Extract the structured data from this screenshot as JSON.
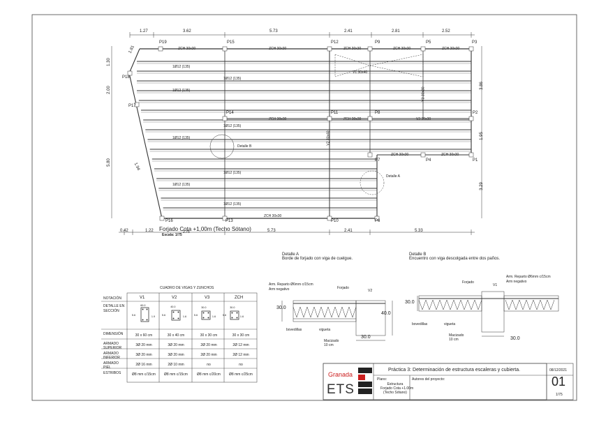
{
  "plan": {
    "title": "Forjado Cota +1,00m (Techo Sótano)",
    "scale": "Escala: 1/75",
    "top_dims": [
      "1.27",
      "3.62",
      "5.73",
      "2.41",
      "2.81",
      "2.52"
    ],
    "bottom_dims": [
      "0.42",
      "1.22",
      "5.73",
      "2.41",
      "5.33"
    ],
    "bottom_small": "2.75",
    "left_dims": [
      "1.30",
      "2.00",
      "5.80"
    ],
    "right_dims": [
      "3.86",
      "1.95",
      "3.29"
    ],
    "diag_dims": [
      "1.81",
      "1.94"
    ],
    "pillars": [
      "P19",
      "P15",
      "P12",
      "P9",
      "P5",
      "P3",
      "P18",
      "P17",
      "P14",
      "P11",
      "P8",
      "P2",
      "P7",
      "P4",
      "P1",
      "P16",
      "P13",
      "P10",
      "P6"
    ],
    "beam_labels": [
      "ZCH 30x30",
      "ZCH 30x30",
      "ZCH 30x30",
      "ZCH 30x30",
      "ZCH 30x30",
      "ZCH 30x30",
      "ZCH 30x30",
      "V1 30x40",
      "V2 30x40",
      "V3 30x30",
      "V3 30x30",
      "ZCH 30x30",
      "ZCH 30x30",
      "ZCH 30x30"
    ],
    "rib_labels": [
      "1Ø12 (135)",
      "1Ø12 (135)",
      "1Ø12 (135)",
      "1Ø12 (135)",
      "1Ø12 (135)",
      "1Ø12 (135)",
      "1Ø12 (135)",
      "1Ø12 (135)"
    ],
    "detail_a_tag": "Detalle A",
    "detail_b_tag": "Detalle B"
  },
  "detail_a": {
    "title": "Detalle A",
    "subtitle": "Borde de forjado con viga de cuelgue.",
    "labels": {
      "repair": "Arm. Reparto Ø6mm c/15cm",
      "neg": "Arm negativo",
      "forjado": "Forjado",
      "v2": "V2",
      "bovedillas": "bovedillas",
      "vigueta": "vigueta",
      "macizado": "Macizado",
      "macizado_dim": "10 cm",
      "h30": "30.0",
      "h40": "40.0",
      "w30": "30.0"
    }
  },
  "detail_b": {
    "title": "Detalle B",
    "subtitle": "Encuentro con viga descolgada entre dos paños.",
    "labels": {
      "forjado": "Forjado",
      "v1": "V1",
      "repair": "Arm. Reparto Ø6mm c/15cm",
      "neg": "Arm negativo",
      "bovedillas": "bovedillas",
      "vigueta": "vigueta",
      "macizado": "Macizado",
      "macizado_dim": "10 cm",
      "h30": "30.0",
      "w30": "30.0"
    }
  },
  "schedule": {
    "title": "CUADRO DE VIGAS Y ZUNCHOS",
    "headers": [
      "NOTACIÓN",
      "V1",
      "V2",
      "V3",
      "ZCH"
    ],
    "row_detail_label": "DETALLE EN SECCIÓN",
    "section_dims": [
      {
        "w": "60.0",
        "h": "1.9",
        "s": "5.6"
      },
      {
        "w": "40.0",
        "h": "1.6",
        "s": "5.6"
      },
      {
        "w": "30.0",
        "h": "1.6",
        "s": "5.6"
      },
      {
        "w": "30.0",
        "h": "1.6",
        "s": "5.6"
      }
    ],
    "rows": [
      {
        "label": "DIMENSIÓN",
        "cells": [
          "30 x 60 cm",
          "30 x 40 cm",
          "30 x 30 cm",
          "30 x 30 cm"
        ]
      },
      {
        "label": "ARMADO SUPERIOR",
        "cells": [
          "3Ø 20 mm",
          "3Ø 20 mm",
          "2Ø 20 mm",
          "2Ø 12 mm"
        ]
      },
      {
        "label": "ARMADO INFERIOR",
        "cells": [
          "3Ø 20 mm",
          "3Ø 20 mm",
          "2Ø 20 mm",
          "2Ø 12 mm"
        ]
      },
      {
        "label": "ARMADO PIEL",
        "cells": [
          "2Ø 16 mm",
          "2Ø 10 mm",
          "no",
          "no"
        ]
      },
      {
        "label": "ESTRIBOS",
        "cells": [
          "Ø8 mm c/15cm",
          "Ø8 mm c/15cm",
          "Ø8 mm c/20cm",
          "Ø8 mm c/25cm"
        ]
      }
    ]
  },
  "title_block": {
    "school_city": "Granada",
    "school": "ETS",
    "practice": "Práctica 3: Determinación de estructura escaleras y cubierta.",
    "date": "08/12/2021",
    "plano_label": "Plano:",
    "plano_value": "Estructura\nForjado Cota +1.00m\n(Techo Sótano)",
    "authors_label": "Autores del proyecto:",
    "sheet_no": "01",
    "scale": "1/75",
    "accent": "#cc1f1f"
  }
}
